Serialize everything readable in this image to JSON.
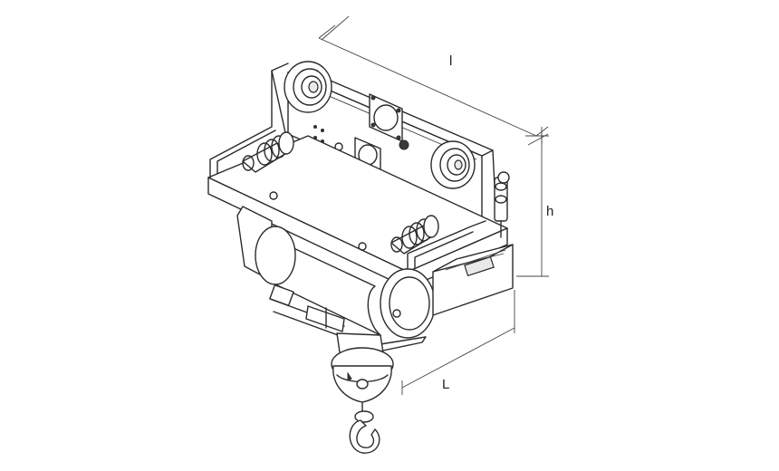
{
  "dimension_labels": {
    "length_top": "l",
    "height": "h",
    "length_bottom": "L"
  }
}
